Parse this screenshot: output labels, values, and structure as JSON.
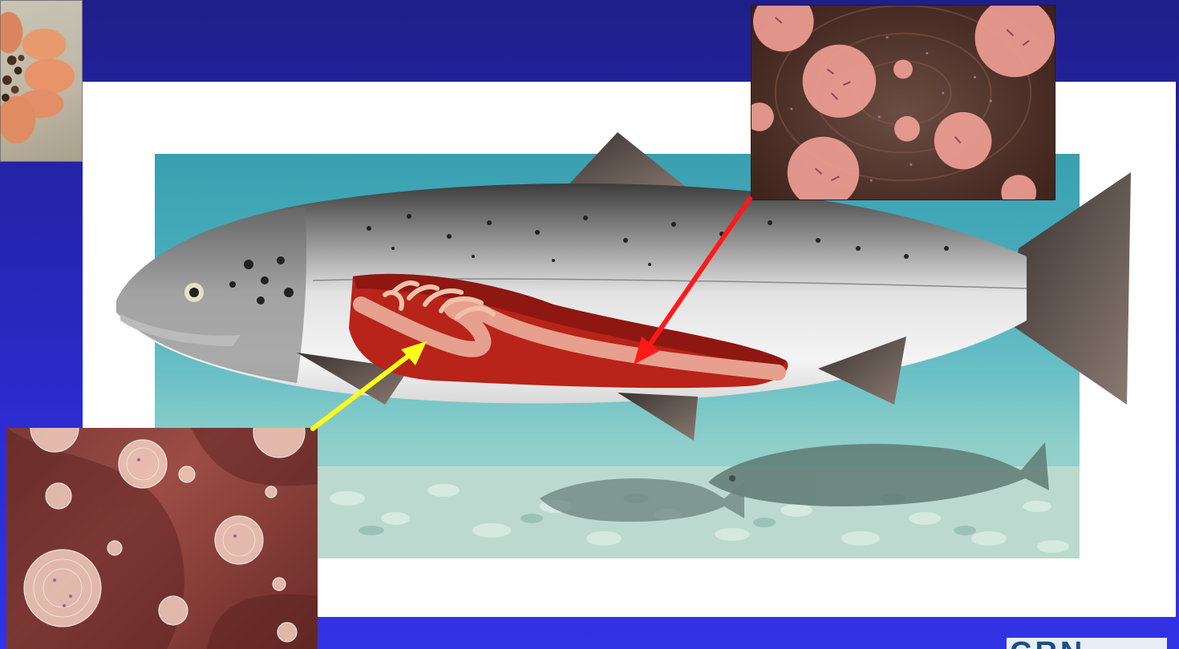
{
  "slide": {
    "background_color": "#2a2ac8",
    "panel_color": "#ffffff"
  },
  "images": {
    "hand_photo": {
      "icon": "hand-with-feed-pellets-photo"
    },
    "salmon_illustration": {
      "icon": "salmon-cutaway-illustration"
    },
    "intestine_inset": {
      "icon": "bacteria-in-intestine-inset"
    },
    "tissue_inset": {
      "icon": "bacteria-in-tissue-inset"
    }
  },
  "arrows": {
    "red_arrow_color": "#ff1a1a",
    "yellow_arrow_color": "#ffff1a"
  },
  "logo": {
    "text": "CRN",
    "color": "#1b4f8a"
  }
}
